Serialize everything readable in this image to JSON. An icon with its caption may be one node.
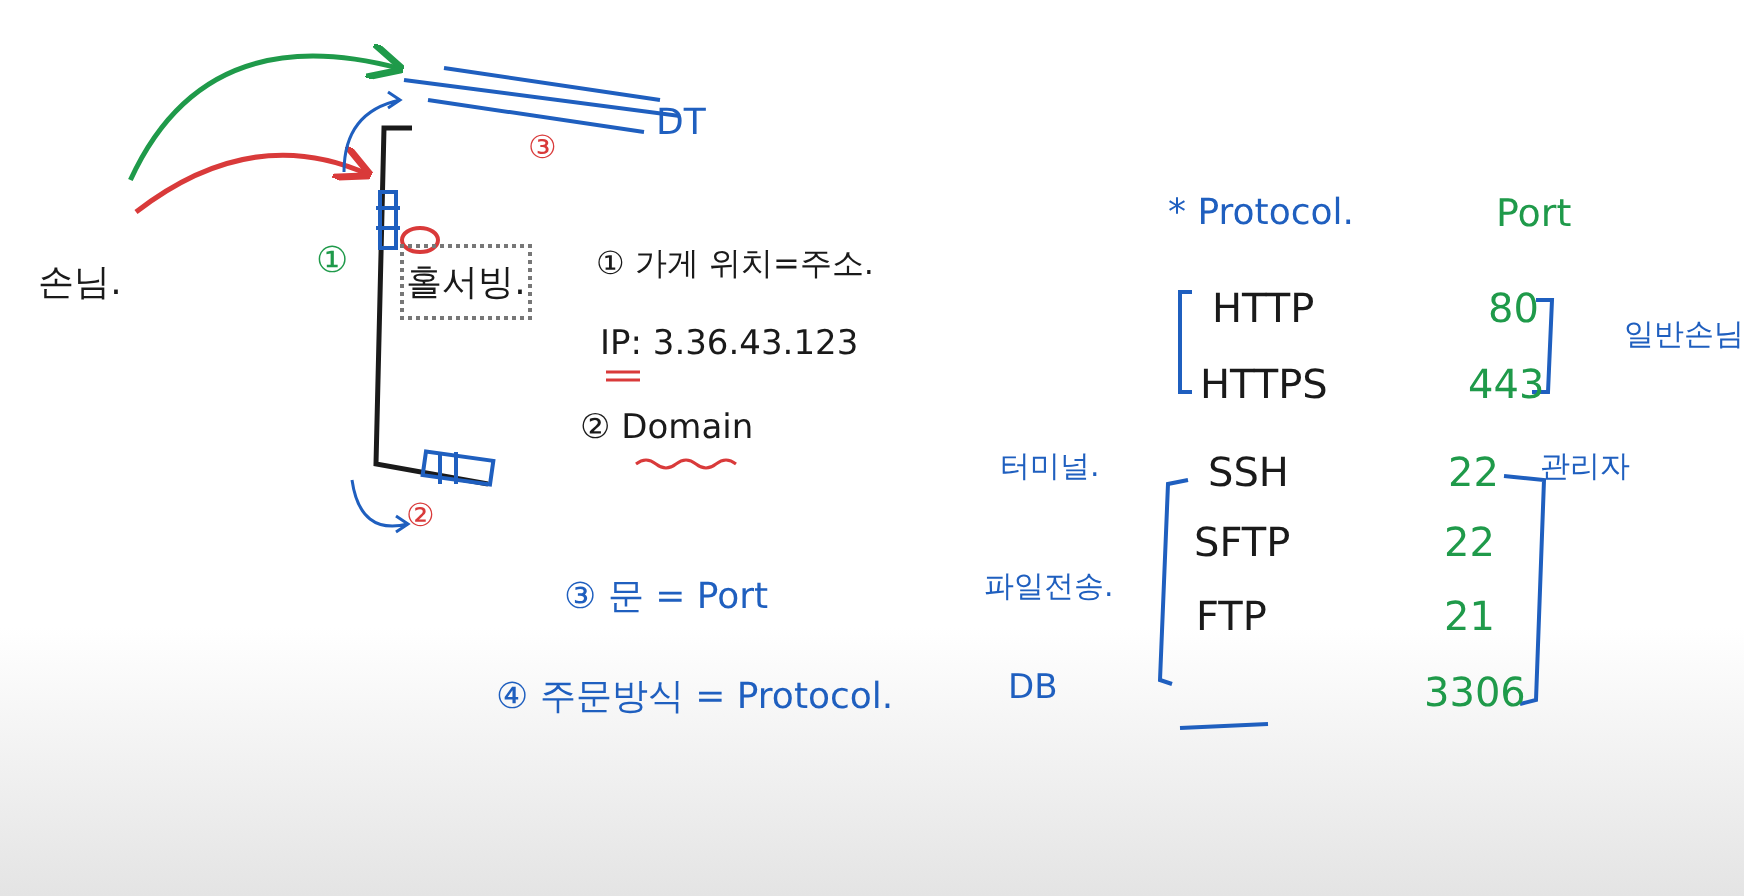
{
  "diagram": {
    "nodes": [
      {
        "text": [
          "손님."
        ]
      },
      {
        "text": [],
        "shape": "picture"
      },
      {
        "text": [
          "홀서빙."
        ]
      },
      {
        "text": [
          "DT"
        ]
      }
    ],
    "edges": [
      {
        "from": 0,
        "to": 1,
        "arrow": "to",
        "color": "#d93a3a"
      },
      {
        "from": 0,
        "to": 3,
        "arrow": "to",
        "color": "#1f9a4a"
      }
    ],
    "labels": [
      "①",
      "③",
      "②",
      "① 가게 위치=주소.",
      "IP: 3.36.43.123",
      "② Domain",
      "③ 문 = Port",
      "④ 주문방식 = Protocol.",
      "* Protocol.",
      "Port",
      "HTTP",
      "80",
      "HTTPS",
      "443",
      "일반손님.",
      "터미널.",
      "SSH",
      "22",
      "관리자",
      "SFTP",
      "22",
      "파일전송.",
      "FTP",
      "21",
      "DB",
      "3306"
    ]
  }
}
